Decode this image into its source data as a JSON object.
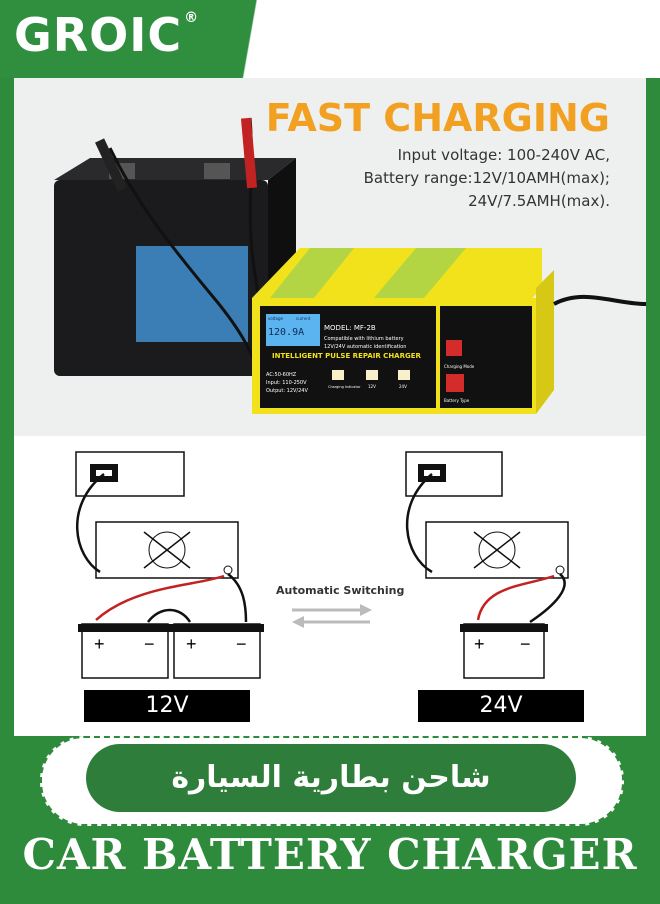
{
  "brand": {
    "logo_text": "GROIC",
    "registered_mark": "®"
  },
  "product": {
    "headline": "FAST CHARGING",
    "spec_lines": [
      "Input voltage: 100-240V AC,",
      "Battery range:12V/10AMH(max);",
      "24V/7.5AMH(max)."
    ],
    "charger_panel": {
      "model": "MODEL: MF-2B",
      "feature_1": "Compatible with lithium battery",
      "feature_2": "12V/24V automatic identification",
      "name": "INTELLIGENT PULSE REPAIR CHARGER",
      "lcd_value": "120.9A",
      "lcd_left": "voltage",
      "lcd_right": "current",
      "ac": "AC:50-60HZ",
      "input": "Input: 110-250V",
      "output": "Output: 12V/24V",
      "indicator_charging": "Charging Indicator",
      "indicator_12v": "12V",
      "indicator_24v": "24V",
      "switch_1": "Charging Mode",
      "switch_2": "Battery Type"
    }
  },
  "diagram": {
    "switch_label": "Automatic Switching",
    "left_label": "12V",
    "right_label": "24V",
    "plus": "+",
    "minus": "−"
  },
  "arabic_title": "شاحن بطارية السيارة",
  "bottom_title": "CAR BATTERY CHARGER",
  "colors": {
    "green": "#2e8b3c",
    "orange": "#f1a021",
    "yellow": "#f2e21b"
  }
}
